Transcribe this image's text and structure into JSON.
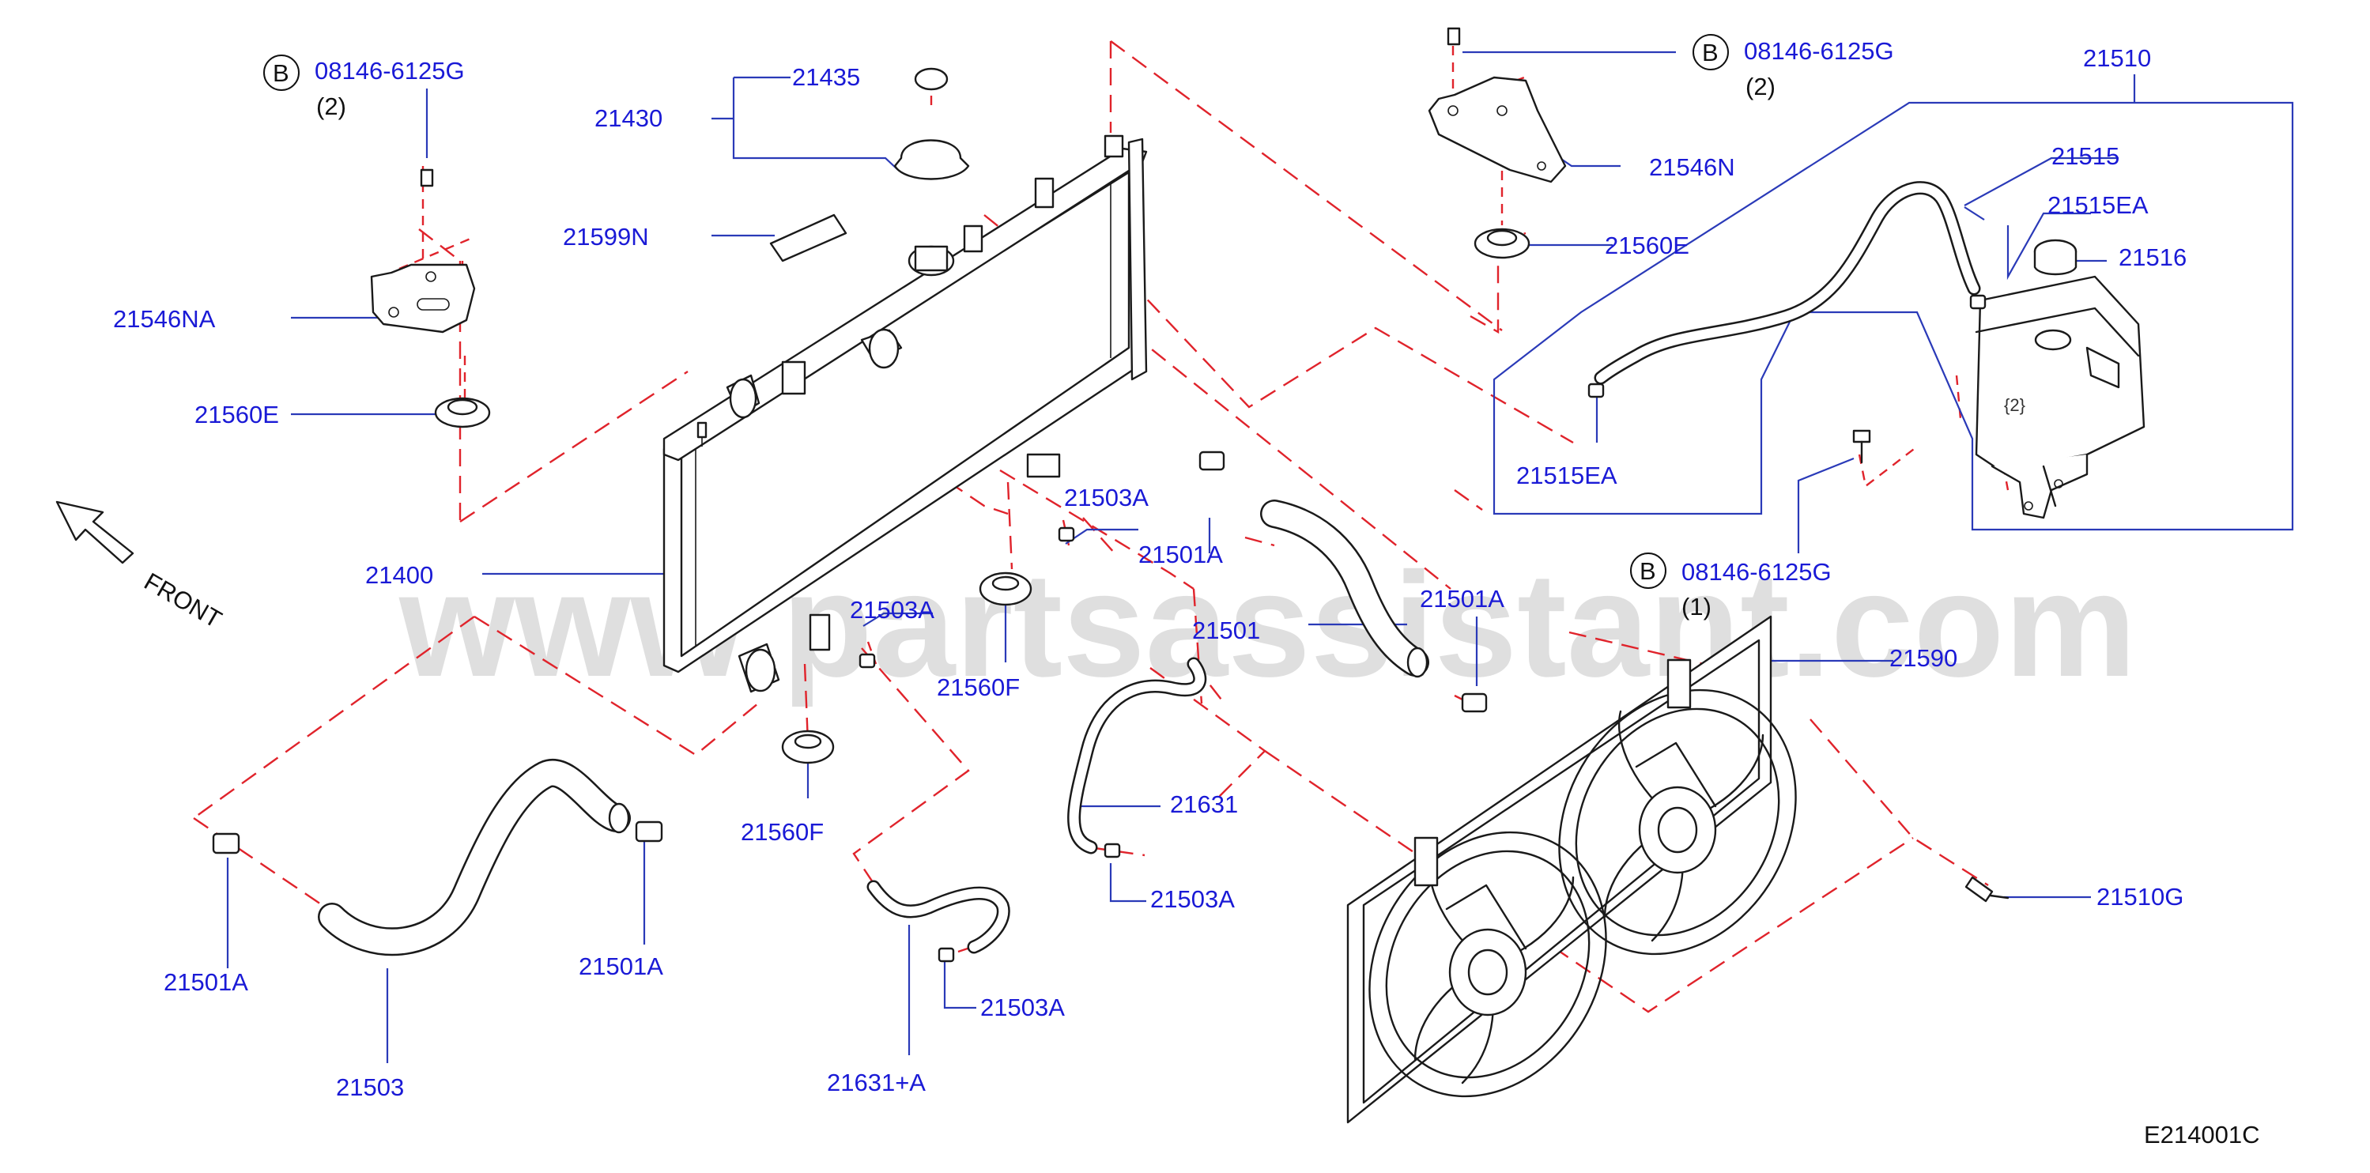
{
  "watermark": "www.partsassistant.com",
  "diagram_code": "E214001C",
  "front": {
    "label": "FRONT"
  },
  "bolt_callouts": [
    {
      "circle": "B",
      "part_no": "08146-6125G",
      "qty": "(2)"
    },
    {
      "circle": "B",
      "part_no": "08146-6125G",
      "qty": "(2)"
    },
    {
      "circle": "B",
      "part_no": "08146-6125G",
      "qty": "(1)"
    }
  ],
  "labels": {
    "p21435": "21435",
    "p21430": "21430",
    "p21599N": "21599N",
    "p21546NA": "21546NA",
    "p21560E_left": "21560E",
    "p21400": "21400",
    "p21503A_1": "21503A",
    "p21503A_2": "21503A",
    "p21501A_1": "21501A",
    "p21501": "21501",
    "p21560F_1": "21560F",
    "p21560F_2": "21560F",
    "p21501A_2": "21501A",
    "p21546N": "21546N",
    "p21560E_right": "21560E",
    "p21510": "21510",
    "p21515": "21515",
    "p21515EA_1": "21515EA",
    "p21516": "21516",
    "p21515EA_2": "21515EA",
    "p21590": "21590",
    "p21631": "21631",
    "p21503A_3": "21503A",
    "p21501A_3": "21501A",
    "p21501A_4": "21501A",
    "p21503": "21503",
    "p21631A": "21631+A",
    "p21503A_4": "21503A",
    "p21510G": "21510G"
  },
  "colors": {
    "label": "#1a1ad6",
    "leader": "#2a3ab8",
    "dashed": "#e0232b",
    "parts": "#1a1a1a"
  }
}
